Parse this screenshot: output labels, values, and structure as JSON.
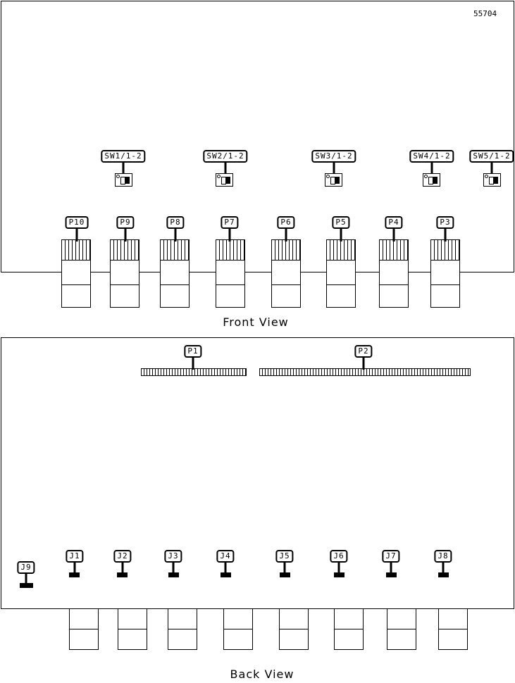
{
  "part_number": "55704",
  "front_view": {
    "caption": "Front View",
    "switches": [
      "SW1/1-2",
      "SW2/1-2",
      "SW3/1-2",
      "SW4/1-2",
      "SW5/1-2"
    ],
    "connectors": [
      "P10",
      "P9",
      "P8",
      "P7",
      "P6",
      "P5",
      "P4",
      "P3"
    ]
  },
  "back_view": {
    "caption": "Back View",
    "headers": [
      "P1",
      "P2"
    ],
    "jumpers": [
      "J9",
      "J1",
      "J2",
      "J3",
      "J4",
      "J5",
      "J6",
      "J7",
      "J8"
    ]
  }
}
